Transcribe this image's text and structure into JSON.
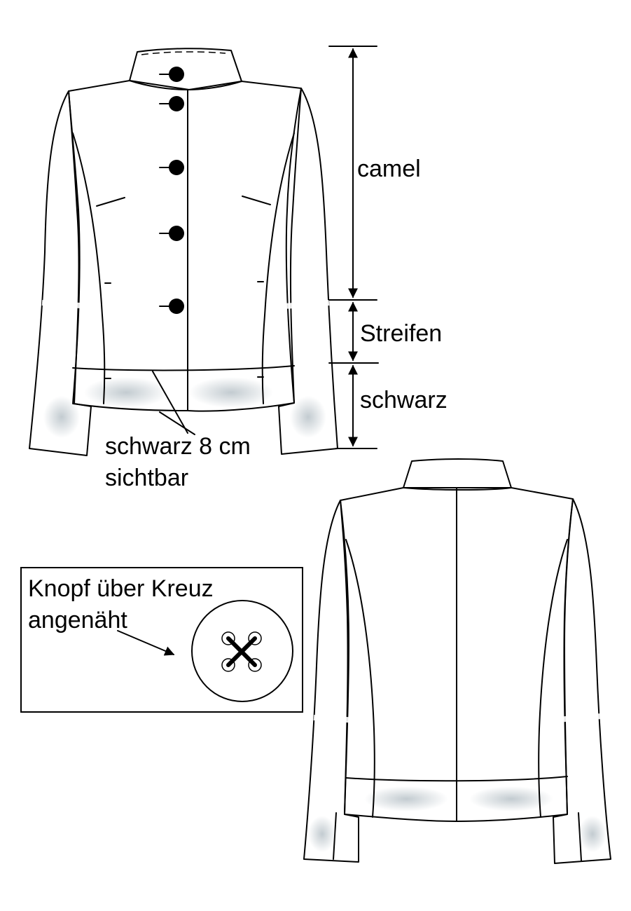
{
  "colors": {
    "outline": "#000000",
    "camel_zone": "#ffffff",
    "stripe_light": "#e6ecef",
    "stripe_mid": "#9fb0ba",
    "stripe_dark": "#5f6f78",
    "black_zone_dark": "#2e3033",
    "black_zone_highlight": "#b8c2c8"
  },
  "front_view": {
    "labels": {
      "camel": "camel",
      "stripe": "Streifen",
      "black": "schwarz",
      "visible_line1": "schwarz 8 cm",
      "visible_line2": "sichtbar"
    },
    "buttons": [
      {
        "name": "button-1"
      },
      {
        "name": "button-2"
      },
      {
        "name": "button-3"
      },
      {
        "name": "button-4"
      },
      {
        "name": "button-5"
      }
    ]
  },
  "detail_box": {
    "title_line1": "Knopf über Kreuz",
    "title_line2": "angenäht",
    "icon": "cross-stitched-button-icon"
  },
  "back_view": {
    "icon": "jacket-back-icon"
  }
}
